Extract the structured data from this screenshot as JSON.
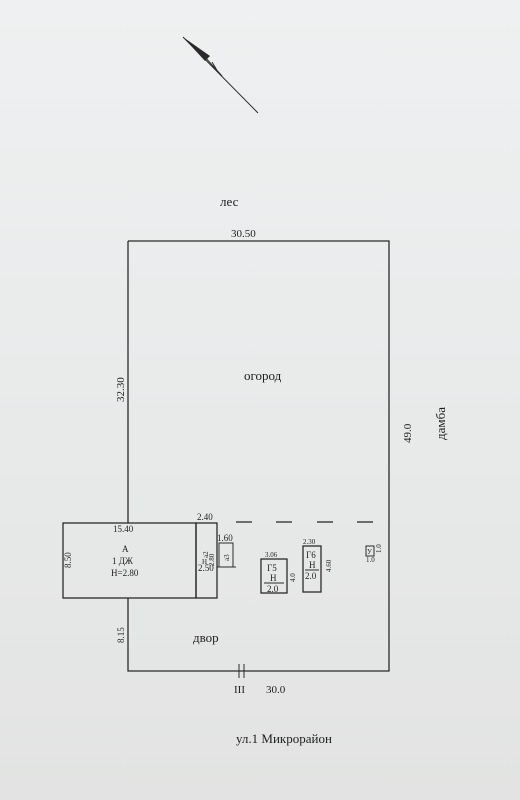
{
  "labels": {
    "forest": "лес",
    "garden": "огород",
    "yard": "двор",
    "dam": "дамба",
    "street": "ул.1 Микрорайон",
    "gate_mark": "III"
  },
  "dimensions": {
    "top": "30.50",
    "left_upper": "32.30",
    "right": "49.0",
    "left_lower": "8.15",
    "bottom": "30.0",
    "house_width": "15.40",
    "house_height": "8.50",
    "annex_width": "2.40",
    "annex_a2_width": "2.50",
    "annex_a2_height": "2.80",
    "a3_width": "1.60",
    "g5_top": "3.06",
    "g5_side": "4.0",
    "g6_top": "2.30",
    "g6_side": "4.60"
  },
  "house": {
    "letter": "А",
    "type": "1  ДЖ",
    "height": "Н=2.80",
    "annex_a2": "а2",
    "annex_a2_mat": "Н",
    "annex_a3": "а3"
  },
  "buildings": {
    "g5": {
      "name": "Г5",
      "mat": "Н",
      "height": "2.0"
    },
    "g6": {
      "name": "Г6",
      "mat": "Н",
      "height": "2.0"
    },
    "u": {
      "name": "У",
      "dim_a": "1.0",
      "dim_b": "1.0"
    }
  }
}
